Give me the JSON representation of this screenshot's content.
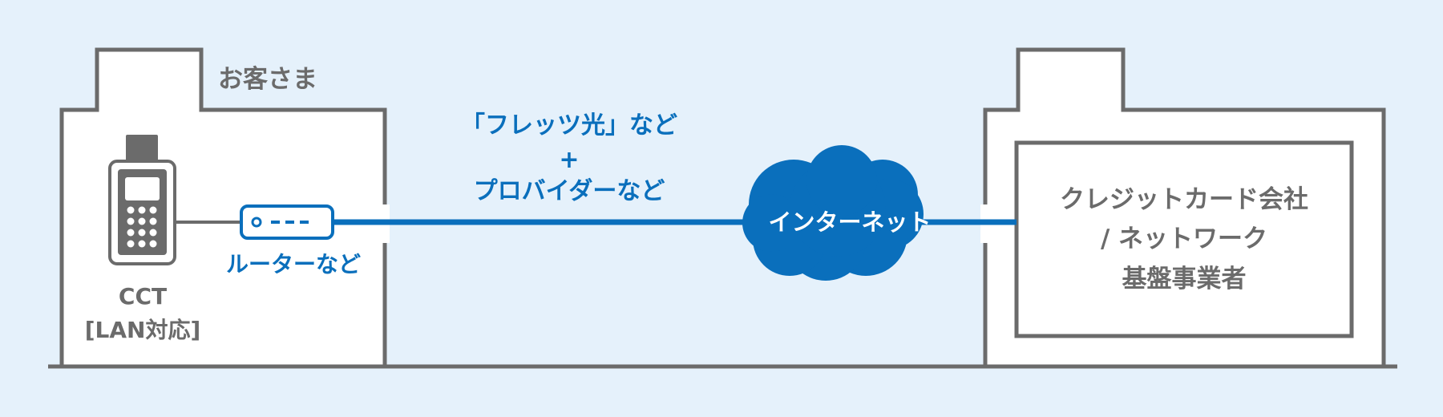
{
  "customer": {
    "title": "お客さま",
    "cct_name": "CCT",
    "cct_spec": "[LAN対応]",
    "router_label": "ルーターなど"
  },
  "line": {
    "label_line1": "「フレッツ光」など",
    "label_plus": "+",
    "label_line2": "プロバイダーなど"
  },
  "cloud": {
    "label": "インターネット"
  },
  "operator": {
    "label_line1": "クレジットカード会社",
    "label_line2": "/ ネットワーク",
    "label_line3": "基盤事業者"
  },
  "colors": {
    "background": "#e5f1fb",
    "building_stroke": "#6b6b6b",
    "building_fill": "#ffffff",
    "accent": "#0a6fbc",
    "text_gray": "#6b6b6b"
  }
}
